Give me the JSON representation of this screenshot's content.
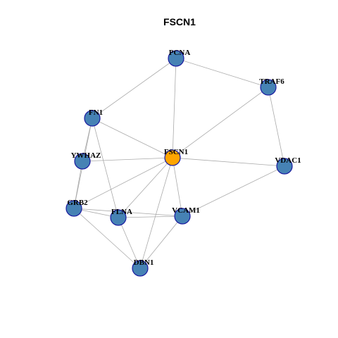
{
  "title": "FSCN1",
  "colors": {
    "center": "#ffa500",
    "node": "#4682b4",
    "node_border": "#1a1aa0",
    "edge": "#aaaaaa"
  },
  "nodes": [
    {
      "id": "PCNA",
      "label": "PCNA",
      "center": false
    },
    {
      "id": "TRAF6",
      "label": "TRAF6",
      "center": false
    },
    {
      "id": "FN1",
      "label": "FN1",
      "center": false
    },
    {
      "id": "FSCN1",
      "label": "FSCN1",
      "center": true
    },
    {
      "id": "YWHAZ",
      "label": "YWHAZ",
      "center": false
    },
    {
      "id": "VDAC1",
      "label": "VDAC1",
      "center": false
    },
    {
      "id": "GRB2",
      "label": "GRB2",
      "center": false
    },
    {
      "id": "FLNA",
      "label": "FLNA",
      "center": false
    },
    {
      "id": "VCAM1",
      "label": "VCAM1",
      "center": false
    },
    {
      "id": "DBN1",
      "label": "DBN1",
      "center": false
    }
  ],
  "edges": [
    [
      "PCNA",
      "TRAF6"
    ],
    [
      "PCNA",
      "FN1"
    ],
    [
      "PCNA",
      "FSCN1"
    ],
    [
      "TRAF6",
      "FSCN1"
    ],
    [
      "TRAF6",
      "VDAC1"
    ],
    [
      "FN1",
      "FSCN1"
    ],
    [
      "FN1",
      "YWHAZ"
    ],
    [
      "FN1",
      "GRB2"
    ],
    [
      "FN1",
      "FLNA"
    ],
    [
      "FSCN1",
      "YWHAZ"
    ],
    [
      "FSCN1",
      "VDAC1"
    ],
    [
      "FSCN1",
      "GRB2"
    ],
    [
      "FSCN1",
      "FLNA"
    ],
    [
      "FSCN1",
      "VCAM1"
    ],
    [
      "FSCN1",
      "DBN1"
    ],
    [
      "YWHAZ",
      "GRB2"
    ],
    [
      "VDAC1",
      "VCAM1"
    ],
    [
      "GRB2",
      "FLNA"
    ],
    [
      "GRB2",
      "VCAM1"
    ],
    [
      "GRB2",
      "DBN1"
    ],
    [
      "FLNA",
      "VCAM1"
    ],
    [
      "FLNA",
      "DBN1"
    ],
    [
      "VCAM1",
      "DBN1"
    ]
  ]
}
